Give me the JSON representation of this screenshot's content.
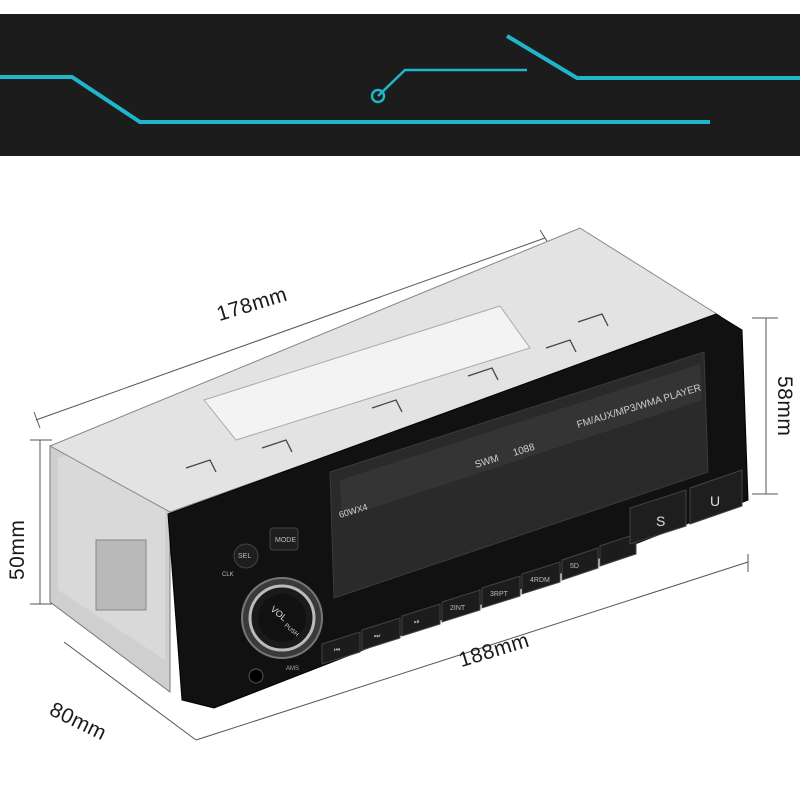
{
  "product": {
    "display_top_label": "FM/AUX/MP3/WMA PLAYER",
    "display_swm": "SWM",
    "display_model": "1088",
    "power_label": "60WX4",
    "buttons": {
      "sel": "SEL",
      "mode": "MODE",
      "clk": "CLK",
      "vol": "VOL",
      "push": "PUSH",
      "int": "2INT",
      "rpt": "3RPT",
      "rdm": "4RDM",
      "btn5": "5D",
      "s": "S",
      "u": "U",
      "band": "AMS"
    }
  },
  "dimensions": {
    "width_top": "178mm",
    "width_front": "188mm",
    "height_right": "58mm",
    "height_left": "50mm",
    "depth": "80mm"
  },
  "colors": {
    "banner_bg": "#1c1c1c",
    "banner_line": "#1fb6c9",
    "faceplate": "#111111",
    "display": "#2a2a2a",
    "chassis": "#dedede"
  }
}
